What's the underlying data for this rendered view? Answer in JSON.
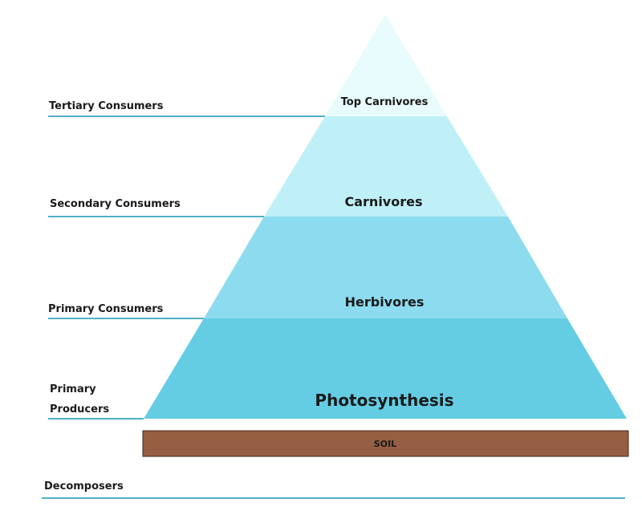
{
  "colors": {
    "tier1": "#e8fbfd",
    "tier2": "#bff0f8",
    "tier3": "#8ddbee",
    "tier4": "#64cde4",
    "soil": "#965e42",
    "line": "#4fb1c7",
    "text": "#1a1a1a"
  },
  "levels": {
    "tertiary": "Tertiary Consumers",
    "secondary": "Secondary Consumers",
    "primary_consumers": "Primary Consumers",
    "primary_producers_line1": "Primary",
    "primary_producers_line2": "Producers",
    "decomposers": "Decomposers"
  },
  "tiers": {
    "top": "Top Carnivores",
    "carnivores": "Carnivores",
    "herbivores": "Herbivores",
    "photosynthesis": "Photosynthesis"
  },
  "soil": "SOIL"
}
